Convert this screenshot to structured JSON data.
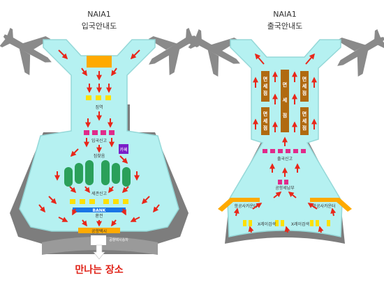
{
  "arrival": {
    "title_line1": "NAIA1",
    "title_line2": "입국안내도",
    "lbl_baggage_claim_top": "짐역",
    "lbl_immigration": "입국신고",
    "lbl_cafe": "카페",
    "lbl_baggage_carousel": "짐찾음",
    "lbl_customs": "세관신고",
    "lbl_bank": "BANK",
    "lbl_exchange": "환전",
    "lbl_airport_taxi": "공항택시",
    "lbl_taxi_stand": "공항택시승차",
    "lbl_meeting_place": "만나는 장소"
  },
  "departure": {
    "title_line1": "NAIA1",
    "title_line2": "출국안내도",
    "duty_free": [
      "면",
      "세",
      "점"
    ],
    "lbl_immigration": "출국신고",
    "lbl_airport_tax": "공항세납부",
    "lbl_checkin_left": "항공사카운터",
    "lbl_checkin_right": "항공사카운터",
    "lbl_xray_left": "X레이검색",
    "lbl_xray_right": "X레이검색"
  },
  "colors": {
    "floor": "#b5f1f1",
    "floor_edge": "#95d8d8",
    "outer_wall": "#7d7d7d",
    "arrow": "#e8271a",
    "duty_free": "#b06a10",
    "yellow": "#ffe000",
    "orange_bar": "#ffaa00",
    "pink": "#e02b8b",
    "green": "#2aa05a",
    "purple": "#7a1fc8",
    "blue": "#1a75e6",
    "meeting_text": "#e0251b",
    "plane": "#8a8a8a"
  }
}
